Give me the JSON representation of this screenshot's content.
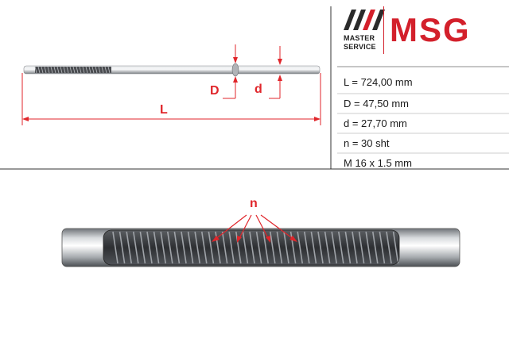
{
  "logo": {
    "brand_line1": "MASTER",
    "brand_line2": "SERVICE",
    "wordmark": "MSG",
    "colors": {
      "dark": "#2b2b2b",
      "red": "#d3202b"
    }
  },
  "labels": {
    "length": "L",
    "big_diameter": "D",
    "small_diameter": "d",
    "teeth": "n"
  },
  "specs": [
    "L = 724,00 mm",
    "D = 47,50 mm",
    "d = 27,70 mm",
    "n = 30 sht",
    "M 16 x 1.5 mm"
  ],
  "colors": {
    "dimension": "#e0262b",
    "rod": "#9a9ea3",
    "teeth": "#3a3a3a"
  }
}
